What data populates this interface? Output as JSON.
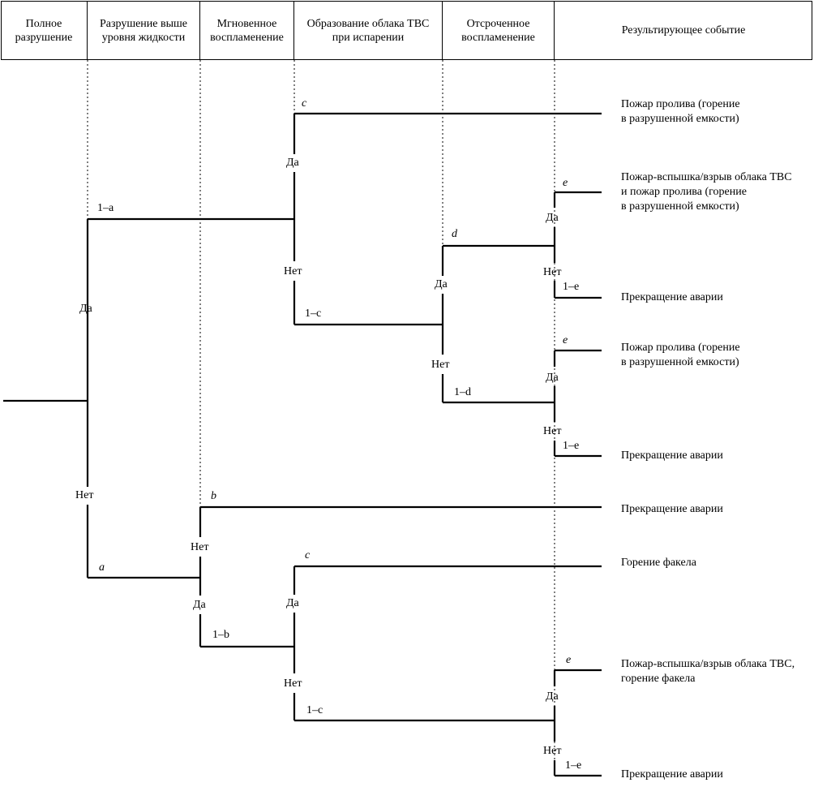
{
  "header": {
    "columns": [
      "Полное\nразрушение",
      "Разрушение выше\nуровня жидкости",
      "Мгновенное\nвоспламенение",
      "Образование облака ТВС\nпри испарении",
      "Отсроченное\nвоспламенение",
      "Результирующее событие"
    ]
  },
  "branch_labels": {
    "yes": "Да",
    "no": "Нет"
  },
  "probabilities": {
    "one_minus_a": "1–a",
    "a": "a",
    "b": "b",
    "one_minus_b": "1–b",
    "c": "c",
    "one_minus_c": "1–c",
    "d": "d",
    "one_minus_d": "1–d",
    "e": "e",
    "one_minus_e": "1–e"
  },
  "outcomes": [
    "Пожар пролива (горение\nв разрушенной емкости)",
    "Пожар-вспышка/взрыв облака ТВС\nи пожар пролива (горение\nв разрушенной емкости)",
    "Прекращение аварии",
    "Пожар пролива (горение\nв разрушенной емкости)",
    "Прекращение аварии",
    "Прекращение аварии",
    "Горение факела",
    "Пожар-вспышка/взрыв облака ТВС,\nгорение факела",
    "Прекращение аварии"
  ]
}
